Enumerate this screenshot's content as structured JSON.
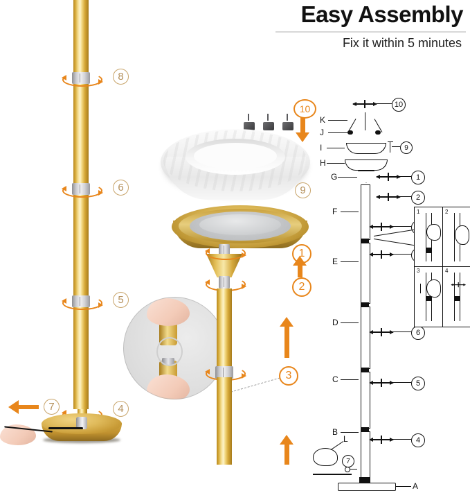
{
  "header": {
    "title": "Easy Assembly",
    "subtitle": "Fix it within 5 minutes"
  },
  "photo_markers": [
    {
      "id": "marker-8",
      "label": "8",
      "style": "tan"
    },
    {
      "id": "marker-6",
      "label": "6",
      "style": "tan"
    },
    {
      "id": "marker-5",
      "label": "5",
      "style": "tan"
    },
    {
      "id": "marker-4",
      "label": "4",
      "style": "tan"
    },
    {
      "id": "marker-7",
      "label": "7",
      "style": "tan"
    },
    {
      "id": "marker-9",
      "label": "9",
      "style": "tan"
    },
    {
      "id": "marker-10",
      "label": "10",
      "style": "orange"
    },
    {
      "id": "marker-1",
      "label": "1",
      "style": "orange"
    },
    {
      "id": "marker-2",
      "label": "2",
      "style": "orange"
    },
    {
      "id": "marker-3",
      "label": "3",
      "style": "orange"
    }
  ],
  "diagram": {
    "part_letters": [
      "K",
      "J",
      "I",
      "H",
      "G",
      "F",
      "E",
      "D",
      "C",
      "B",
      "L",
      "A"
    ],
    "callouts": [
      "10",
      "9",
      "1",
      "2",
      "3",
      "8",
      "6",
      "5",
      "4",
      "7"
    ],
    "steps": [
      "1",
      "2",
      "3",
      "4"
    ]
  },
  "colors": {
    "accent_orange": "#e8861b",
    "marker_tan": "#c8a46a",
    "gold": "#d8ac3c",
    "glass_white": "#f0f0f0",
    "line_black": "#111111"
  }
}
